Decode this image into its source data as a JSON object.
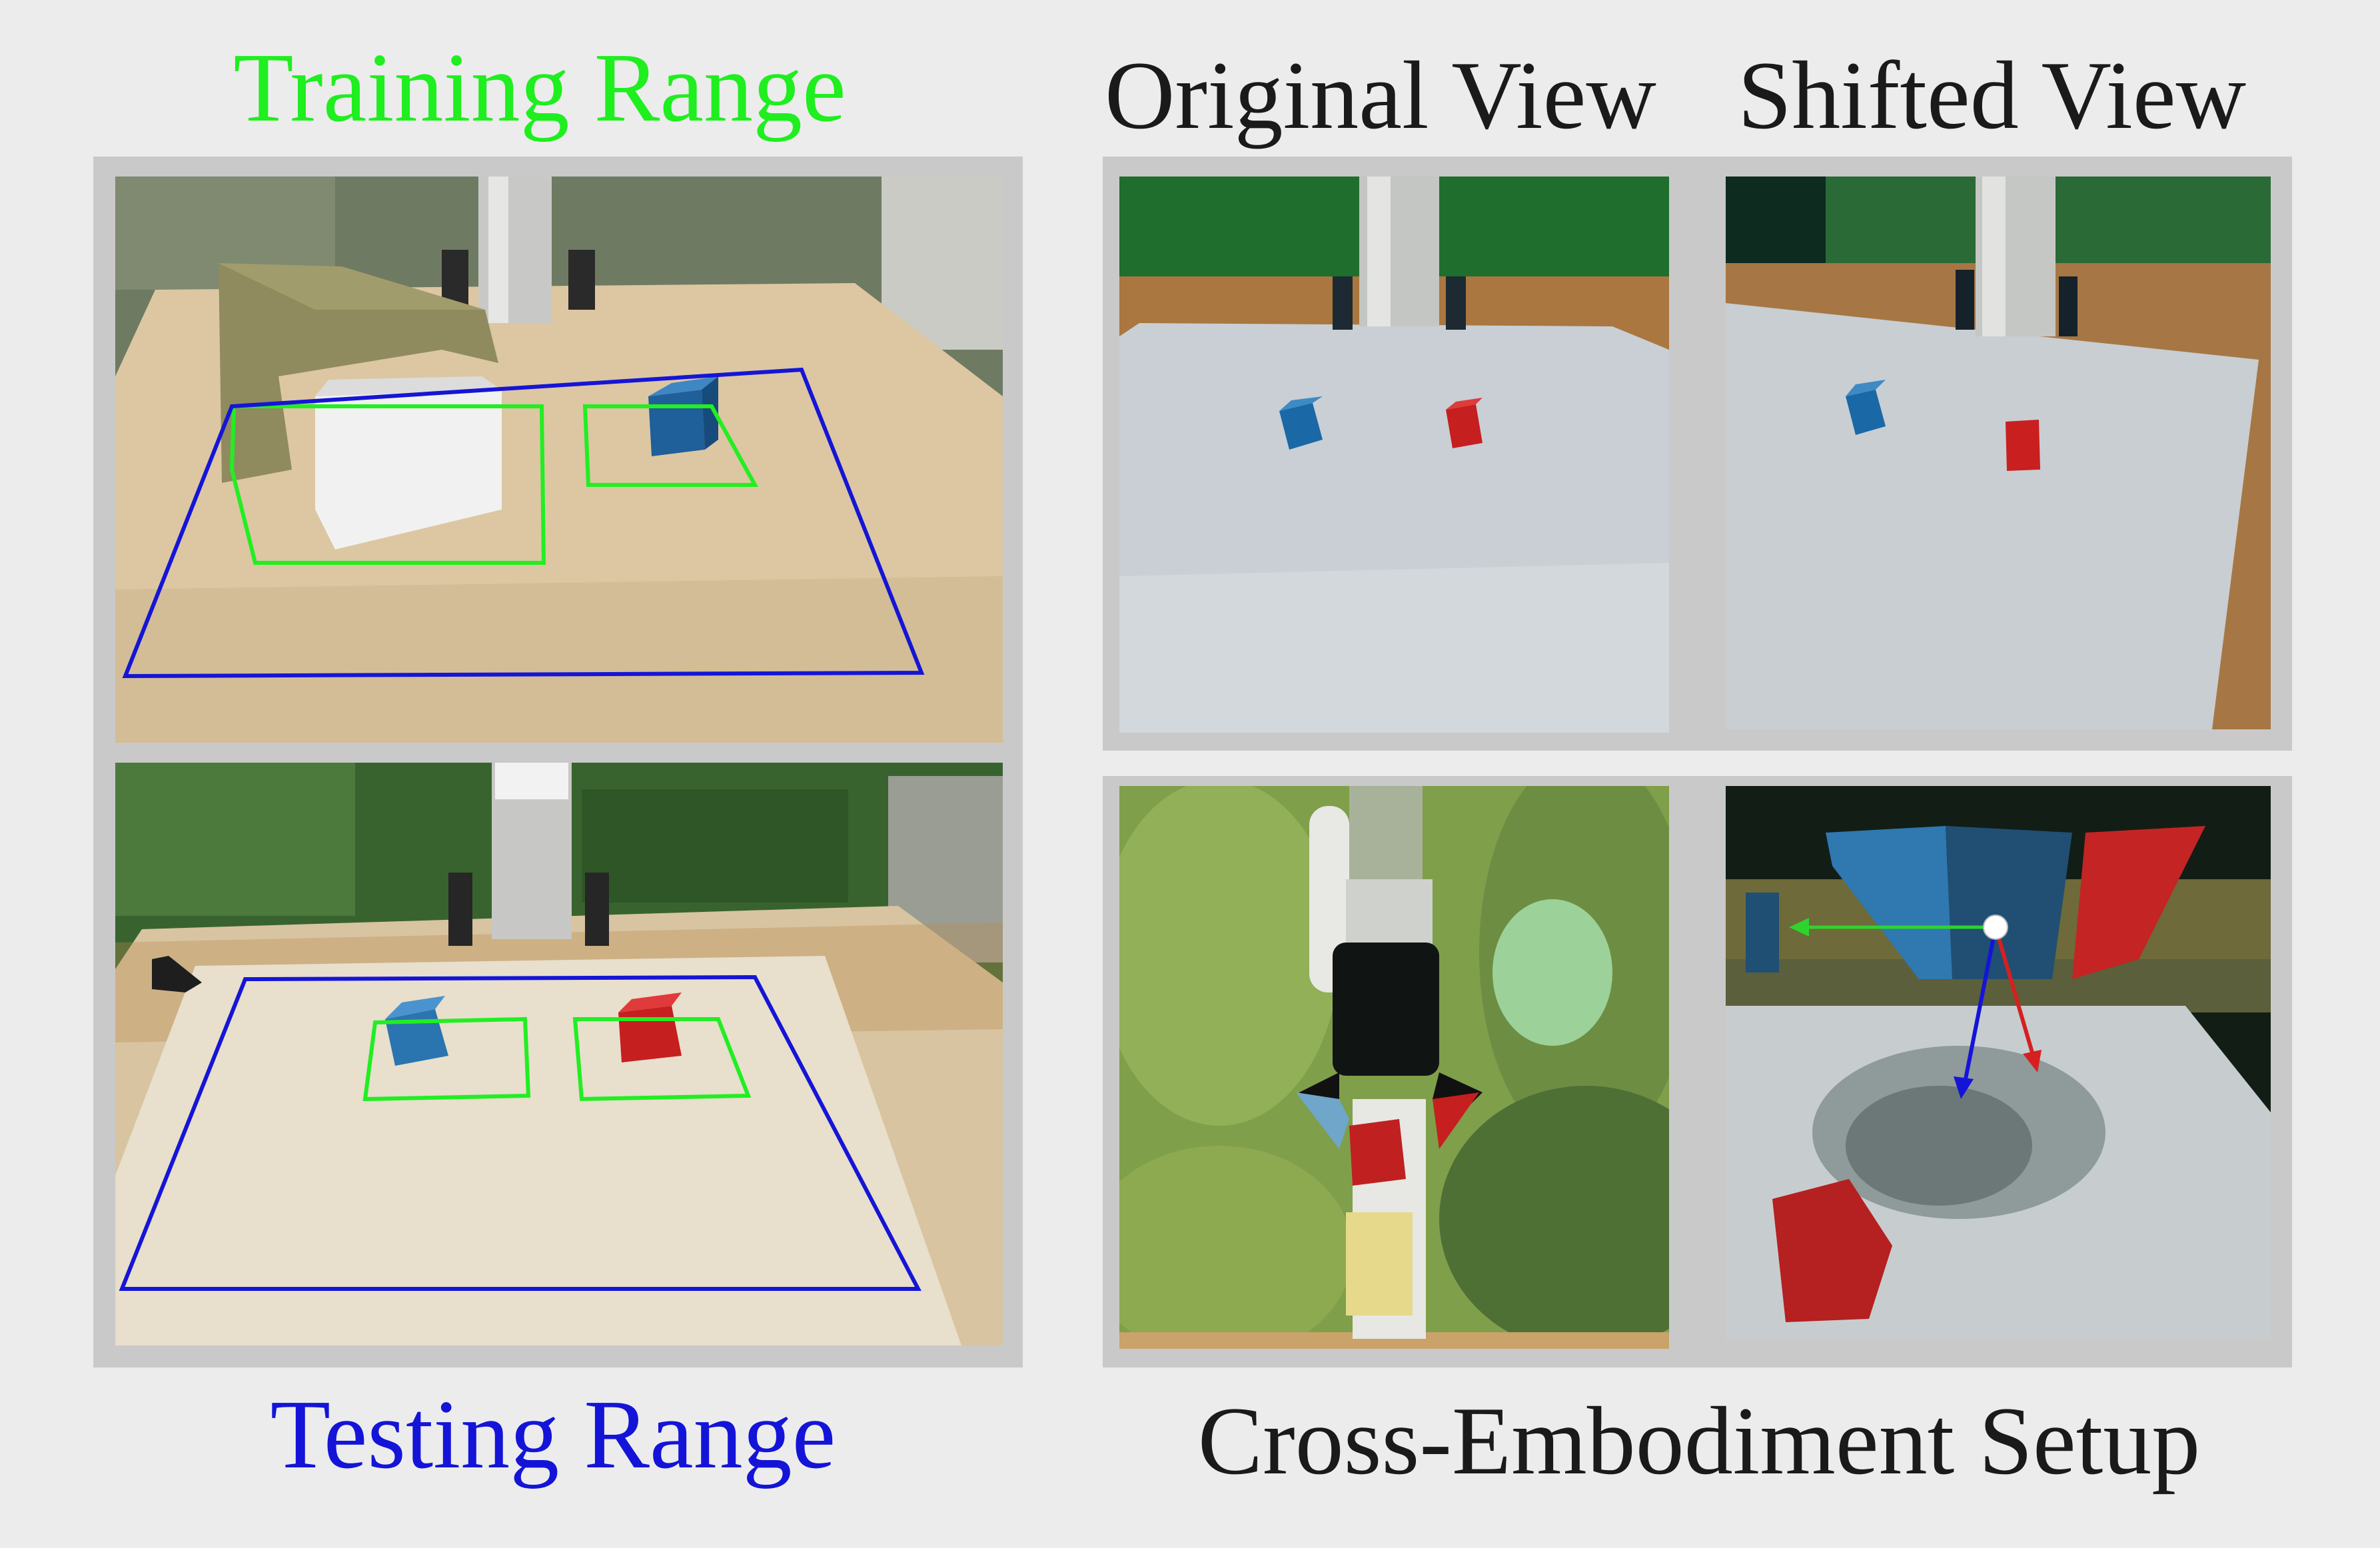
{
  "captions": {
    "training_range": "Training Range",
    "testing_range": "Testing Range",
    "original_view": "Original View",
    "shifted_view": "Shifted View",
    "cross_embodiment_setup": "Cross-Embodiment Setup"
  },
  "colors": {
    "training_range": "#1fee1f",
    "testing_range": "#1414d8",
    "text": "#1a1a1a",
    "frame": "#c9c9c9",
    "background": "#ececec"
  },
  "panels": [
    {
      "id": "training-photo",
      "content": "robot arm, drawer box, blue cube on wooden table with training and testing range outlines"
    },
    {
      "id": "testing-photo",
      "content": "robot arm, blue cube and red cube on wooden table with range outlines"
    },
    {
      "id": "original-view-photo",
      "content": "blue and red cubes on table, original camera view"
    },
    {
      "id": "shifted-view-photo",
      "content": "blue and red cubes on table, shifted camera view"
    },
    {
      "id": "gripper-photo",
      "content": "different robot arm holding red cube"
    },
    {
      "id": "wrist-view-photo",
      "content": "wrist camera view with coordinate axes arrows"
    }
  ]
}
